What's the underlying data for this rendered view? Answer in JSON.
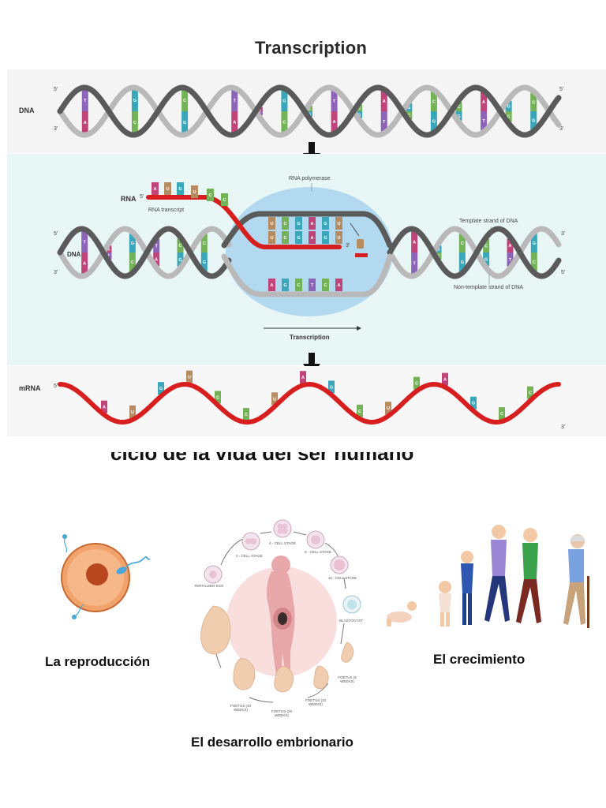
{
  "transcription": {
    "title": "Transcription",
    "panel1": {
      "dna_label": "DNA",
      "five_prime": "5'",
      "three_prime": "3'"
    },
    "panel2": {
      "rna_label": "RNA",
      "five_prime": "5'",
      "three_prime": "3'",
      "rna_transcript": "RNA transcript",
      "rna_polymerase": "RNA polymerase",
      "dna_label": "DNA",
      "template_strand": "Template strand of DNA",
      "non_template_strand": "Non-template strand of DNA",
      "direction": "Transcription"
    },
    "panel3": {
      "mrna_label": "mRNA",
      "five_prime": "5'",
      "three_prime": "3'"
    },
    "bases": {
      "dna_top": [
        "T",
        "A",
        "G",
        "T",
        "C",
        "C",
        "T",
        "A",
        "G",
        "C",
        "T",
        "C",
        "A",
        "G",
        "C",
        "C",
        "A",
        "G",
        "C"
      ],
      "dna_bottom": [
        "A",
        "T",
        "C",
        "A",
        "G",
        "G",
        "A",
        "T",
        "C",
        "G",
        "A",
        "G",
        "T",
        "C",
        "G",
        "G",
        "T",
        "C",
        "G"
      ],
      "rna_transcript": [
        "A",
        "U",
        "G",
        "U",
        "C",
        "C"
      ],
      "bubble_top": [
        "U",
        "C",
        "G",
        "A",
        "G",
        "U"
      ],
      "bubble_bottom": [
        "A",
        "G",
        "C",
        "T",
        "C",
        "A"
      ],
      "mrna": [
        "A",
        "U",
        "G",
        "U",
        "C",
        "C",
        "U",
        "A",
        "G",
        "C",
        "U",
        "C",
        "A",
        "G",
        "C",
        "C"
      ]
    },
    "colors": {
      "A": "#c0437a",
      "T": "#8d64b8",
      "U": "#b58b62",
      "G": "#3aa6b9",
      "C": "#74b257",
      "strand_gray": "#b9b9b9",
      "strand_dark": "#5a5a5a",
      "rna_red": "#d71f1f",
      "arrow": "#111111",
      "bubble": "#a9d4ee"
    }
  },
  "life_cycle": {
    "partial_heading": "ciclo de la vida del ser humano",
    "captions": {
      "reproduction": "La reproducción",
      "development": "El desarrollo embrionario",
      "growth": "El crecimiento"
    },
    "stages": [
      "2 - CELL STAGE",
      "4 - CELL STAGE",
      "8 - CELL STAGE",
      "16 - CELL STAGE",
      "BLASTOCYST",
      "FOETUS (5 WEEKS)",
      "FOETUS (10 WEEKS)",
      "FOETUS (20 WEEKS)",
      "FOETUS (40 WEEKS)",
      "FERTILIZED EGG"
    ]
  }
}
